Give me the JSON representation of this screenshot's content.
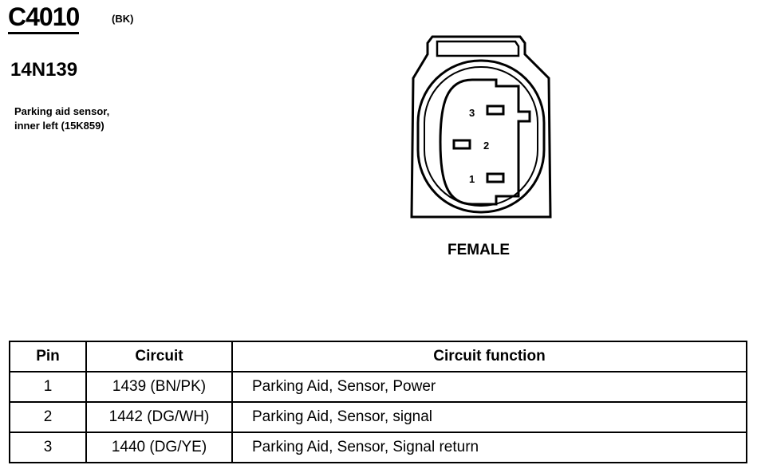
{
  "connector": {
    "id": "C4010",
    "color_code": "(BK)",
    "part_number": "14N139",
    "description_lines": [
      "Parking aid sensor,",
      "inner left (15K859)"
    ],
    "gender": "FEMALE",
    "pin_labels": [
      "3",
      "2",
      "1"
    ]
  },
  "table": {
    "headers": [
      "Pin",
      "Circuit",
      "Circuit function"
    ],
    "rows": [
      {
        "pin": "1",
        "circuit": "1439 (BN/PK)",
        "function": "Parking Aid, Sensor, Power"
      },
      {
        "pin": "2",
        "circuit": "1442 (DG/WH)",
        "function": "Parking Aid, Sensor, signal"
      },
      {
        "pin": "3",
        "circuit": "1440 (DG/YE)",
        "function": "Parking Aid, Sensor, Signal return"
      }
    ]
  }
}
